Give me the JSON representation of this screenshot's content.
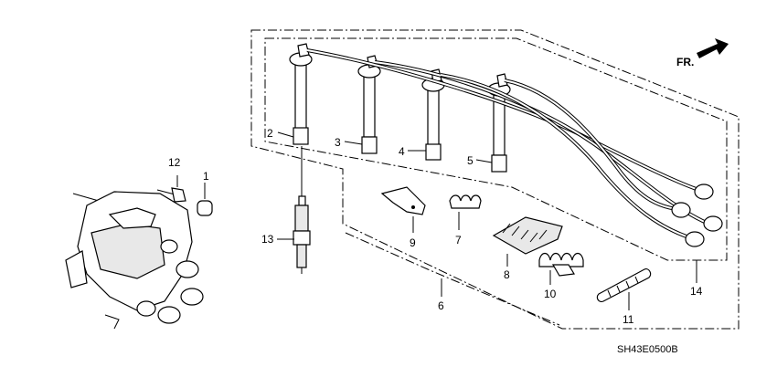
{
  "callouts": {
    "c1": "1",
    "c2": "2",
    "c3": "3",
    "c4": "4",
    "c5": "5",
    "c6": "6",
    "c7": "7",
    "c8": "8",
    "c9": "9",
    "c10": "10",
    "c11": "11",
    "c12": "12",
    "c13": "13",
    "c14": "14"
  },
  "direction_label": "FR.",
  "diagram_code": "SH43E0500B"
}
